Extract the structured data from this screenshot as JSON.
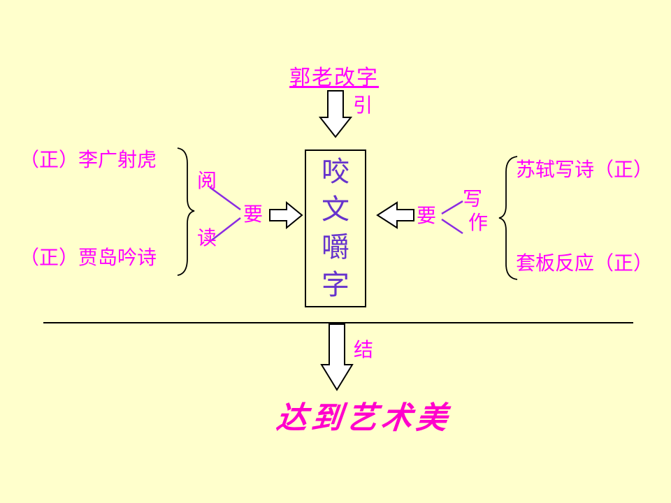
{
  "colors": {
    "background": "#FFFFCC",
    "magenta": "#FF00FF",
    "center_text_purple": "#6633CC",
    "connector_purple": "#8A2BE2",
    "outline_black": "#000000"
  },
  "title": {
    "text": "郭老改字"
  },
  "arrows": {
    "intro_label": "引",
    "conclude_label": "结"
  },
  "center_box": {
    "chars": [
      "咬",
      "文",
      "嚼",
      "字"
    ]
  },
  "left_group": {
    "item_top": "（正）李广射虎",
    "item_bottom": "（正）贾岛吟诗",
    "category_chars": [
      "阅",
      "读"
    ],
    "connector_label": "要"
  },
  "right_group": {
    "item_top": "苏轼写诗（正）",
    "item_bottom": "套板反应（正）",
    "category_chars": [
      "写",
      "作"
    ],
    "connector_label": "要"
  },
  "conclusion": {
    "text": "达到艺术美"
  }
}
